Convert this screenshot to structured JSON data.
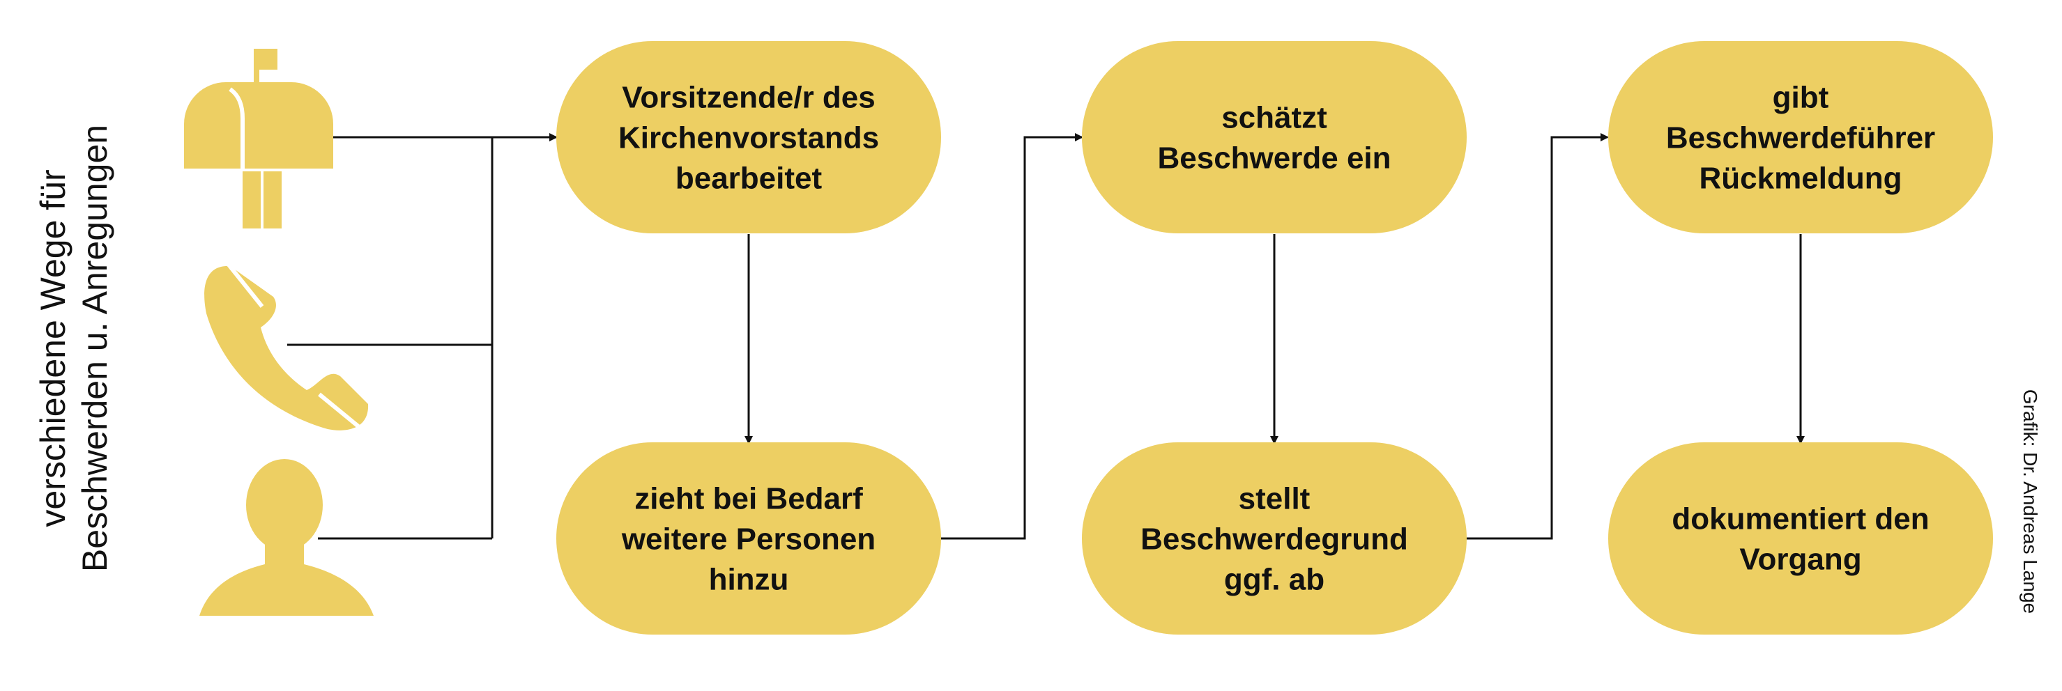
{
  "side_label": {
    "line1": "verschiedene Wege für",
    "line2": "Beschwerden u. Anregungen"
  },
  "credit": "Grafik: Dr. Andreas Lange",
  "colors": {
    "node_fill": "#EDCF63",
    "icon_fill": "#EDCF63",
    "line": "#111111"
  },
  "channels": [
    {
      "icon": "mailbox-icon"
    },
    {
      "icon": "phone-icon"
    },
    {
      "icon": "person-icon"
    }
  ],
  "nodes": [
    {
      "lines": [
        "Vorsitzende/r des",
        "Kirchenvorstands",
        "bearbeitet"
      ]
    },
    {
      "lines": [
        "zieht bei Bedarf",
        "weitere Personen",
        "hinzu"
      ]
    },
    {
      "lines": [
        "schätzt",
        "Beschwerde ein"
      ]
    },
    {
      "lines": [
        "stellt",
        "Beschwerdegrund",
        "ggf. ab"
      ]
    },
    {
      "lines": [
        "gibt",
        "Beschwerdeführer",
        "Rückmeldung"
      ]
    },
    {
      "lines": [
        "dokumentiert den",
        "Vorgang"
      ]
    }
  ]
}
